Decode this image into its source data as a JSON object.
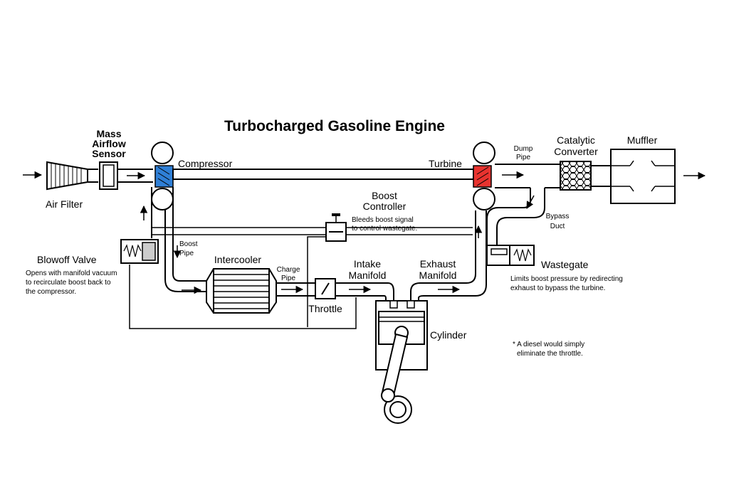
{
  "title": "Turbocharged Gasoline Engine",
  "labels": {
    "mass_airflow_sensor": [
      "Mass",
      "Airflow",
      "Sensor"
    ],
    "air_filter": "Air Filter",
    "compressor": "Compressor",
    "turbine": "Turbine",
    "dump_pipe": [
      "Dump",
      "Pipe"
    ],
    "catalytic_converter": [
      "Catalytic",
      "Converter"
    ],
    "muffler": "Muffler",
    "boost_controller": [
      "Boost",
      "Controller"
    ],
    "boost_controller_note": [
      "Bleeds boost signal",
      "to control wastegate."
    ],
    "bypass_duct": [
      "Bypass",
      "Duct"
    ],
    "boost_pipe": [
      "Boost",
      "Pipe"
    ],
    "blowoff_valve": "Blowoff Valve",
    "blowoff_note": [
      "Opens with manifold vacuum",
      "to recirculate boost back to",
      "the compressor."
    ],
    "intercooler": "Intercooler",
    "charge_pipe": [
      "Charge",
      "Pipe"
    ],
    "throttle": "Throttle",
    "intake_manifold": [
      "Intake",
      "Manifold"
    ],
    "exhaust_manifold": [
      "Exhaust",
      "Manifold"
    ],
    "wastegate": "Wastegate",
    "wastegate_note": [
      "Limits boost pressure by redirecting",
      "exhaust to bypass the turbine."
    ],
    "cylinder": "Cylinder",
    "diesel_note": [
      "* A diesel would simply",
      "eliminate the throttle."
    ]
  },
  "colors": {
    "compressor": "#2f7fd6",
    "turbine": "#e8332f",
    "line": "#000000",
    "background": "#ffffff"
  }
}
